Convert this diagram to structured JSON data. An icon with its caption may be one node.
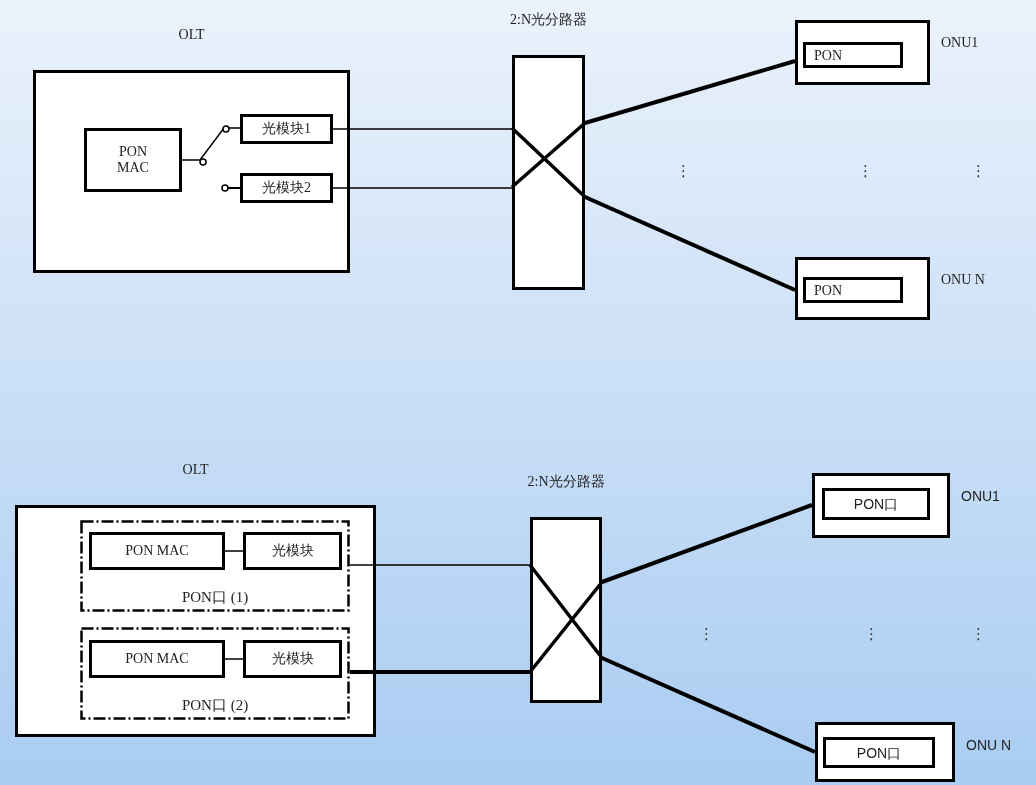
{
  "diagram": {
    "nodes": [
      {
        "text": [
          "OLT"
        ]
      },
      {
        "text": [
          "PON MAC"
        ],
        "in": 0
      },
      {
        "text": [
          "光模块1"
        ],
        "in": 0
      },
      {
        "text": [
          "光模块2"
        ],
        "in": 0
      },
      {
        "text": [
          "2:N光分路器"
        ]
      },
      {
        "text": [
          "ONU1"
        ]
      },
      {
        "text": [
          "PON"
        ],
        "in": 5
      },
      {
        "text": [
          "ONU N"
        ]
      },
      {
        "text": [
          "PON"
        ],
        "in": 7
      },
      {
        "text": [
          "OLT"
        ]
      },
      {
        "text": [
          "PON口 (1)"
        ],
        "in": 9
      },
      {
        "text": [
          "PON MAC"
        ],
        "in": 10
      },
      {
        "text": [
          "光模块"
        ],
        "in": 10
      },
      {
        "text": [
          "PON口 (2)"
        ],
        "in": 9
      },
      {
        "text": [
          "PON MAC"
        ],
        "in": 13
      },
      {
        "text": [
          "光模块"
        ],
        "in": 13
      },
      {
        "text": [
          "2:N光分路器"
        ]
      },
      {
        "text": [
          "ONU1"
        ]
      },
      {
        "text": [
          "PON口"
        ],
        "in": 17
      },
      {
        "text": [
          "ONU N"
        ]
      },
      {
        "text": [
          "PON口"
        ],
        "in": 19
      }
    ],
    "edges": [
      {
        "from": 1,
        "to": 2,
        "arrow": "none"
      },
      {
        "from": 2,
        "to": 4,
        "arrow": "none"
      },
      {
        "from": 3,
        "to": 4,
        "arrow": "none"
      },
      {
        "from": 4,
        "to": 5,
        "arrow": "none",
        "style": "thick"
      },
      {
        "from": 4,
        "to": 7,
        "arrow": "none",
        "style": "thick"
      },
      {
        "from": 11,
        "to": 12,
        "arrow": "none"
      },
      {
        "from": 14,
        "to": 15,
        "arrow": "none"
      },
      {
        "from": 10,
        "to": 16,
        "arrow": "none"
      },
      {
        "from": 13,
        "to": 16,
        "arrow": "none",
        "style": "thick"
      },
      {
        "from": 16,
        "to": 17,
        "arrow": "none",
        "style": "thick"
      },
      {
        "from": 16,
        "to": 19,
        "arrow": "none",
        "style": "thick"
      }
    ],
    "labels": [
      "⋮",
      "⋮",
      "⋮",
      "⋮",
      "⋮",
      "⋮"
    ]
  }
}
